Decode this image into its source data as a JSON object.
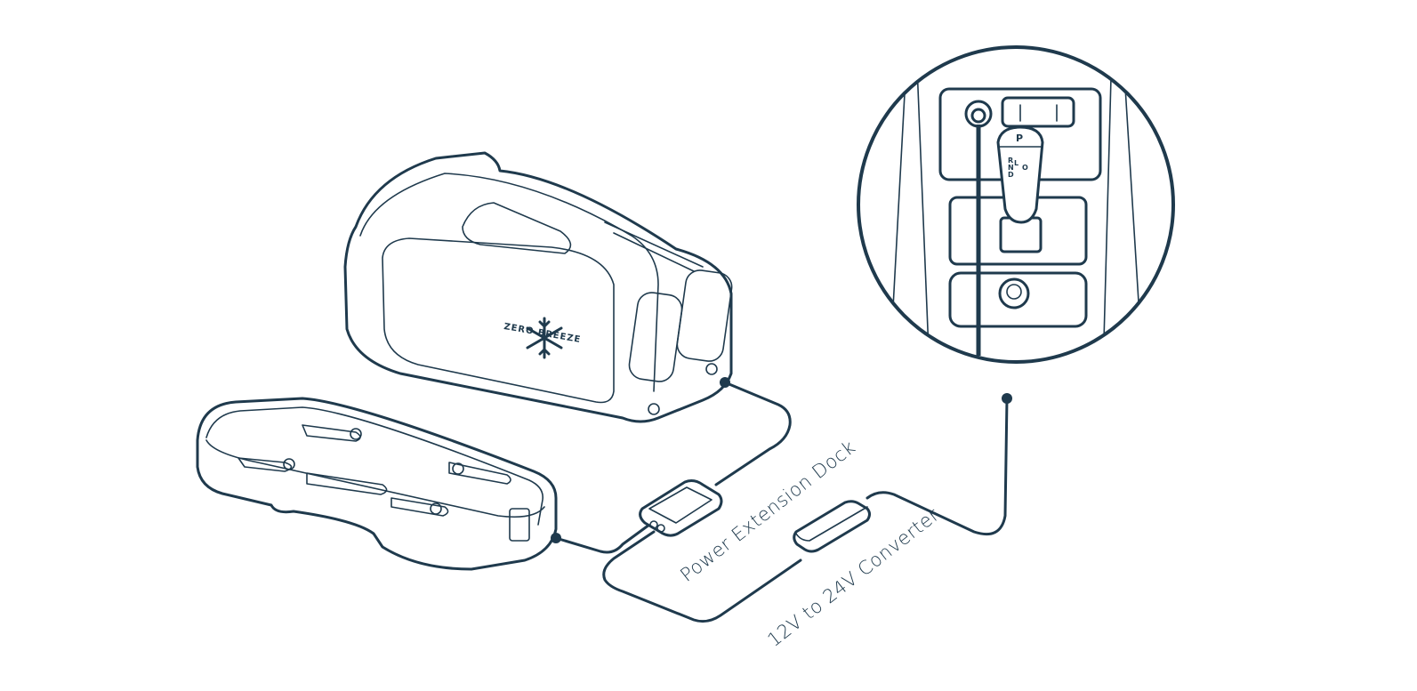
{
  "labels": {
    "power_extension_dock": "Power Extension Dock",
    "converter": "12V to 24V Converter"
  },
  "cooler": {
    "brand_logo": "ZERO BREEZE"
  },
  "shifter": {
    "park": "P",
    "gears": [
      "R",
      "N",
      "D"
    ],
    "extra": [
      "L",
      "O"
    ]
  },
  "colors": {
    "line": "#1f3a4d",
    "background": "#ffffff"
  }
}
